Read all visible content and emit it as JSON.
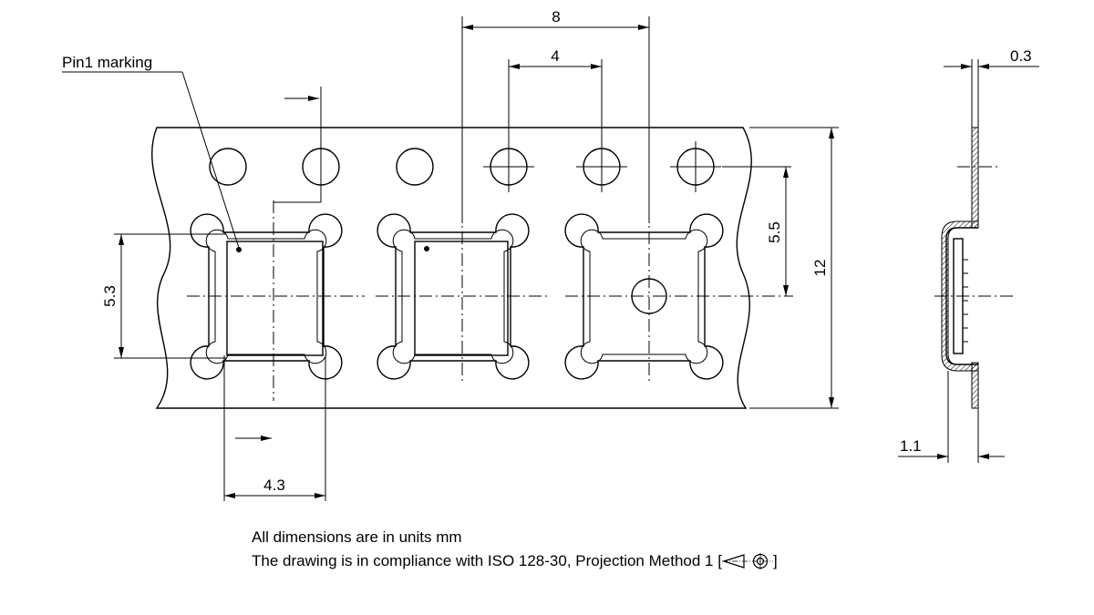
{
  "labels": {
    "pin1_marking": "Pin1 marking"
  },
  "dimensions": {
    "pitch_sprocket": "8",
    "pitch_hole": "4",
    "thickness": "0.3",
    "tape_width": "12",
    "hole_to_center": "5.5",
    "pocket_height": "5.3",
    "pocket_width": "4.3",
    "pocket_depth": "1.1"
  },
  "notes": {
    "units": "All dimensions are in units mm",
    "compliance_prefix": "The drawing is in compliance with ISO 128-30, Projection Method 1 [",
    "compliance_suffix": "]"
  },
  "icons": {
    "projection": "first-angle-projection-icon"
  }
}
